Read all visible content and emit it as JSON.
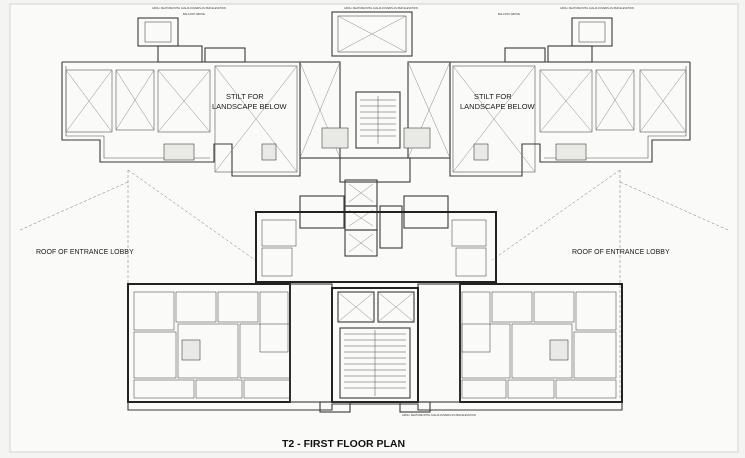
{
  "plan": {
    "title": "T2 - FIRST FLOOR PLAN",
    "stilt_left": [
      "STILT  FOR",
      "LANDSCAPE BELOW"
    ],
    "stilt_right": [
      "STILT  FOR",
      "LANDSCAPE BELOW"
    ],
    "roof_left": "ROOF OF ENTRANCE LOBBY",
    "roof_right": "ROOF OF ENTRANCE LOBBY",
    "top_notes": {
      "arch_left": "ARCH. FEATURE WITH JAALI/LOUVERS AS PER ELEVATION",
      "balcony_left": "BALCONY ABOVE",
      "arch_center": "ARCH. FEATURE WITH JAALI/LOUVERS AS PER ELEVATION",
      "balcony_right": "BALCONY ABOVE",
      "arch_right": "ARCH. FEATURE WITH JAALI/LOUVERS AS PER ELEVATION",
      "arch_bottom": "ARCH. FEATURE WITH JAALI/LOUVERS AS PER ELEVATION"
    }
  }
}
